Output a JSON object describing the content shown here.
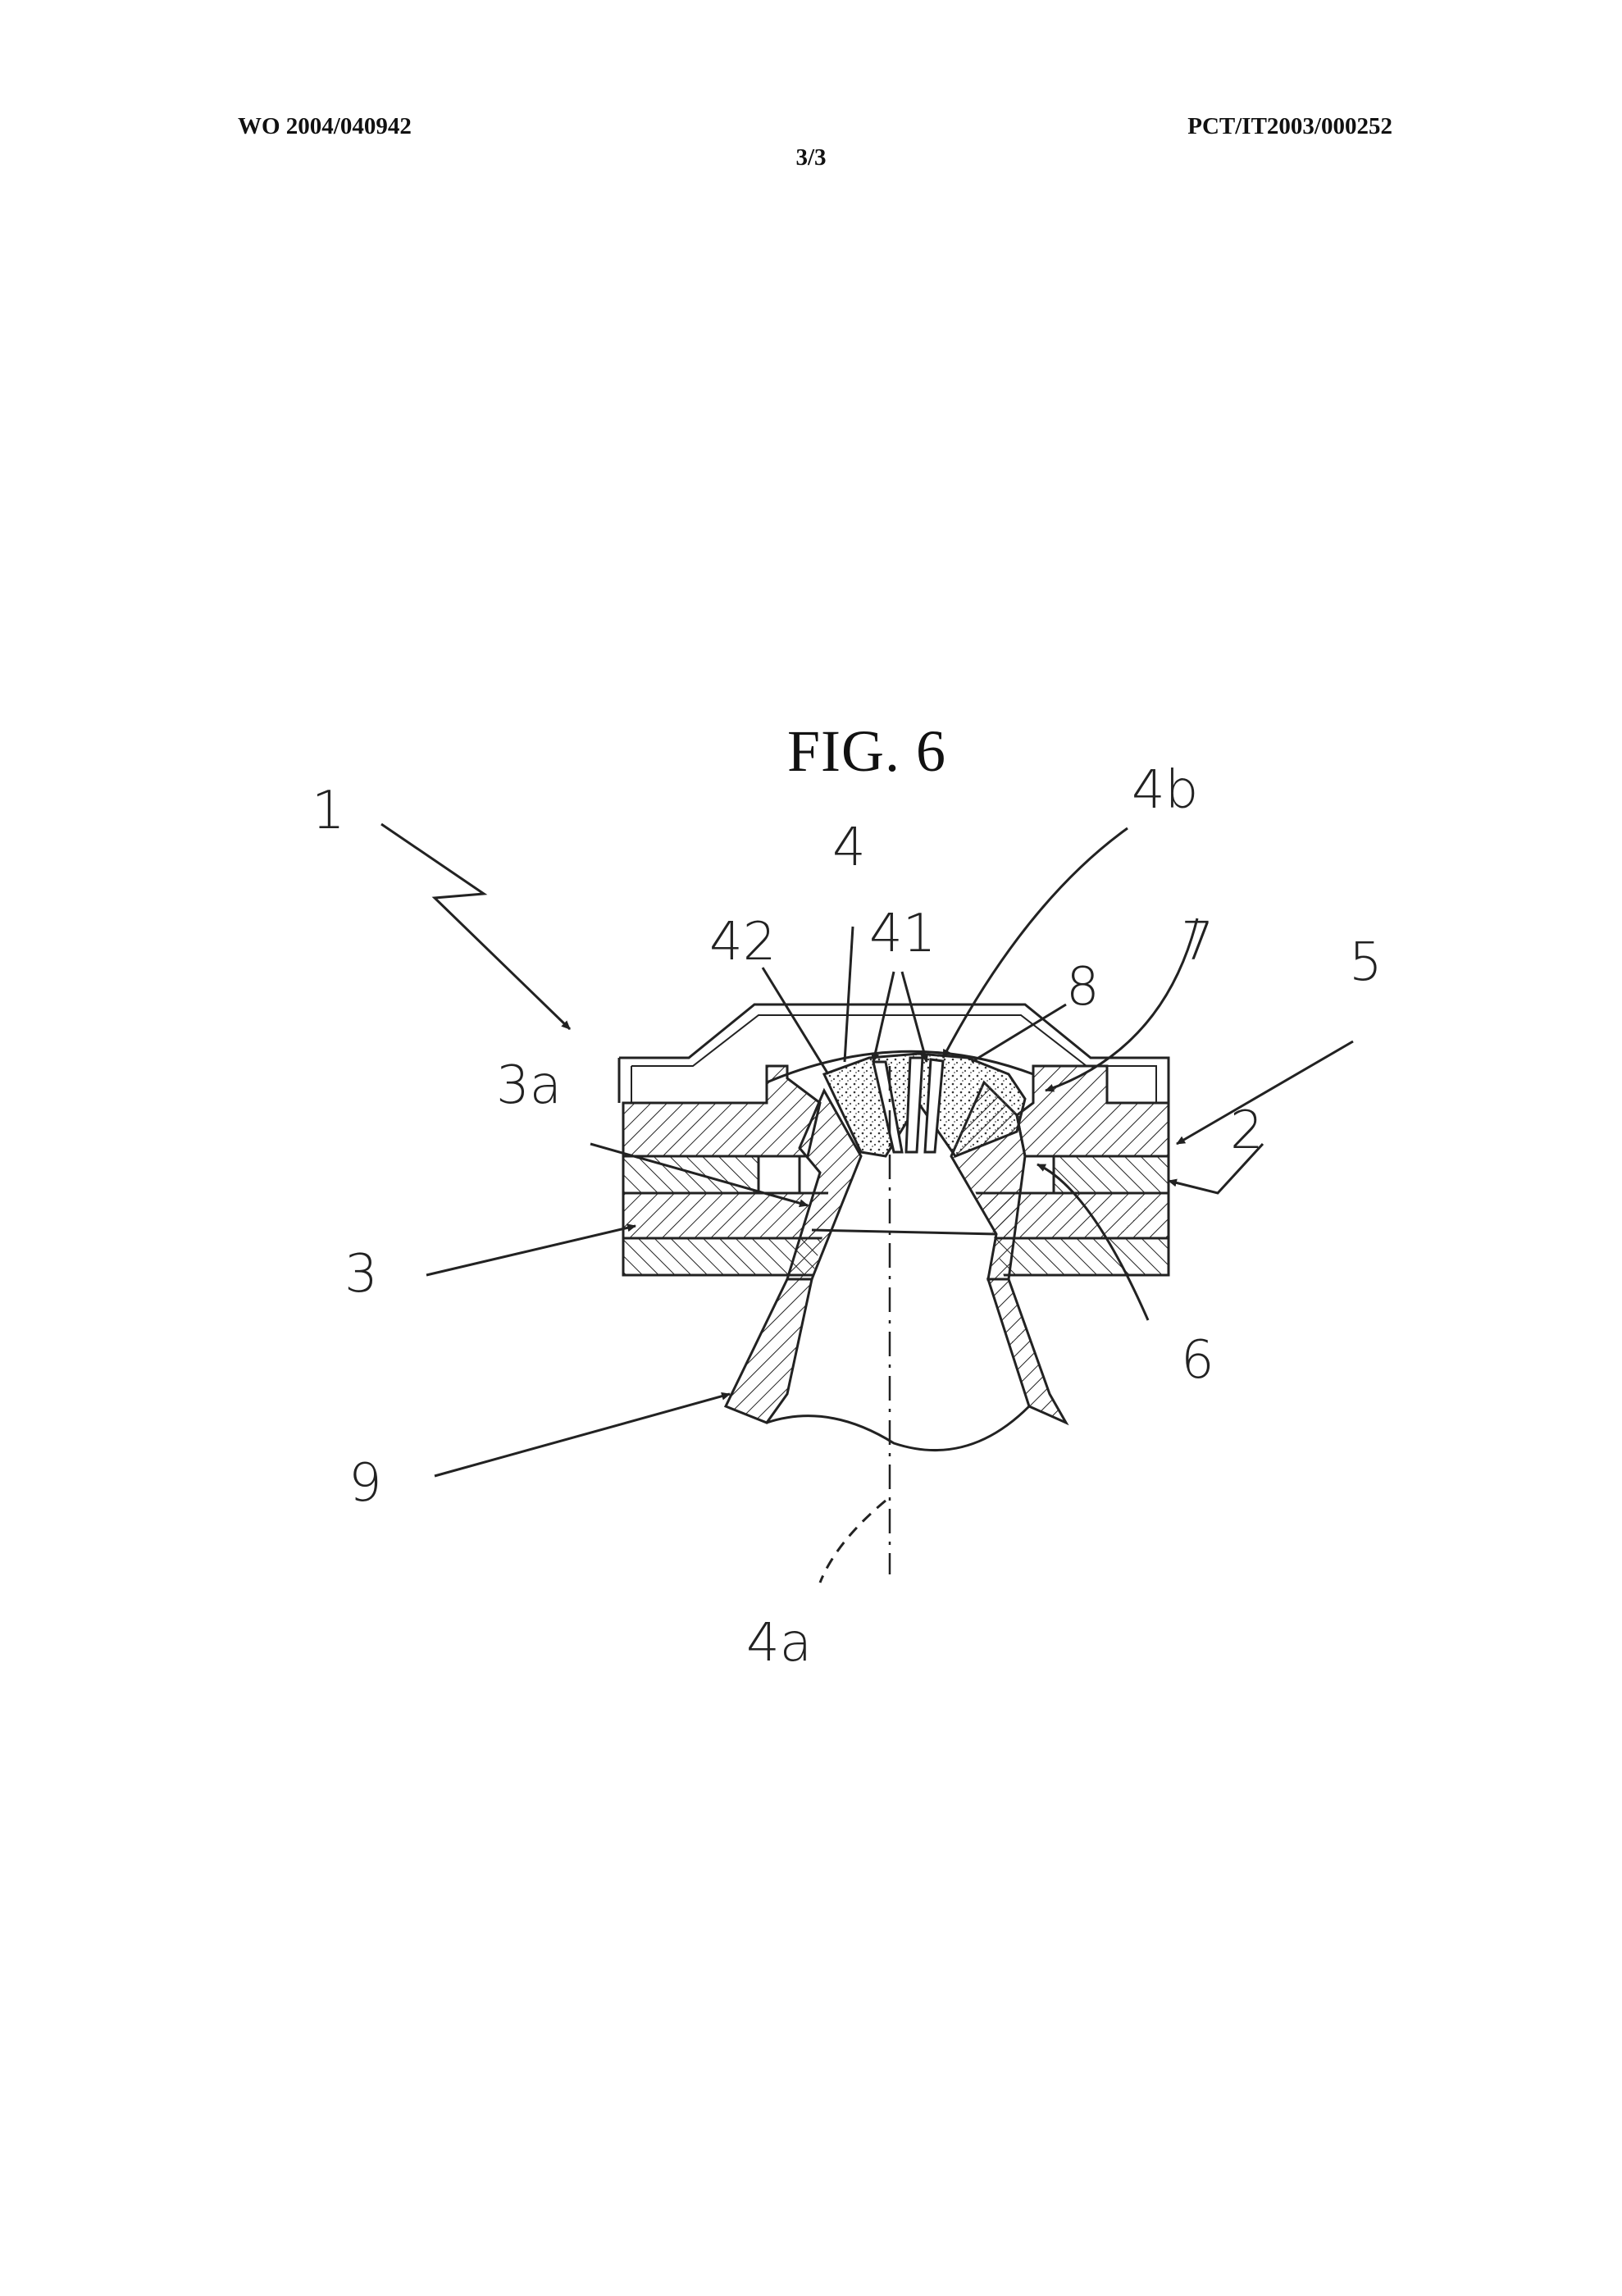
{
  "header": {
    "publication_number": "WO 2004/040942",
    "application_number": "PCT/IT2003/000252",
    "page_number": "3/3"
  },
  "figure": {
    "title": "FIG. 6",
    "reference_labels": {
      "r1": "1",
      "r2": "2",
      "r3": "3",
      "r3a": "3a",
      "r4": "4",
      "r4a": "4a",
      "r4b": "4b",
      "r5": "5",
      "r6": "6",
      "r7": "7",
      "r8": "8",
      "r9": "9",
      "r41": "41",
      "r42": "42"
    }
  }
}
